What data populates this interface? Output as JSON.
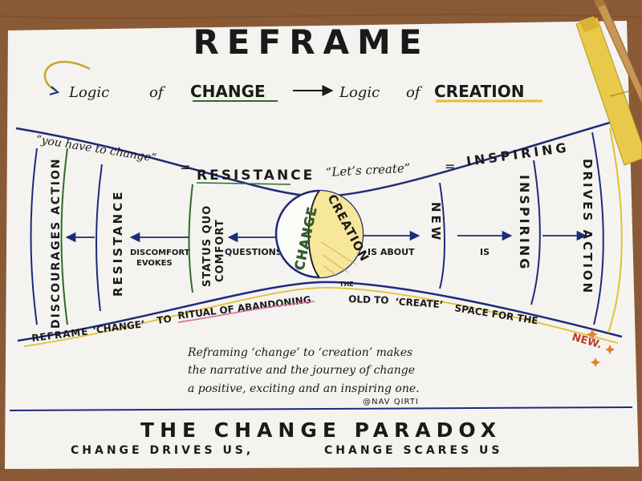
{
  "colors": {
    "wood": "#8a5a36",
    "paper": "#f4f3ef",
    "ink": "#1a1a1a",
    "navy": "#1e2a7a",
    "green": "#2f6a2a",
    "yellow": "#e3c030",
    "red": "#c0392b",
    "pink": "#d36a9a",
    "orange": "#d9852a",
    "pencil": "#e9c94a"
  },
  "title": "REFRAME",
  "logic": {
    "left_prefix": "Logic",
    "left_of": "of",
    "left_word": "CHANGE",
    "right_prefix": "Logic",
    "right_of": "of",
    "right_word": "CREATION"
  },
  "quotes": {
    "change_quote": "“you have to change”",
    "equals": "=",
    "resistance": "RESISTANCE",
    "create_quote": "“Let’s create”",
    "inspiring": "INSPIRING"
  },
  "left_columns": {
    "discourages": "DISCOURAGES ACTION",
    "resistance": "RESISTANCE",
    "status_quo_line1": "STATUS QUO",
    "status_quo_line2": "COMFORT"
  },
  "left_arrows": {
    "discomfort_line1": "DISCOMFORT",
    "discomfort_line2": "EVOKES",
    "questions": "QUESTIONS"
  },
  "circle": {
    "change": "CHANGE",
    "creation": "CREATION"
  },
  "right_arrows": {
    "is_about": "IS ABOUT",
    "is": "IS"
  },
  "right_columns": {
    "new": "NEW",
    "inspiring": "INSPIRING",
    "drives_action": "DRIVES ACTION"
  },
  "bottom_curve": {
    "reframe": "REFRAME",
    "change_q": "‘CHANGE’",
    "to": "TO",
    "ritual": "RITUAL OF ABANDONING",
    "the": "THE",
    "old_to": "OLD TO",
    "create": "‘CREATE’",
    "space": "SPACE FOR THE",
    "new": "NEW."
  },
  "note": {
    "line1": "Reframing ‘change’ to ‘creation’ makes",
    "line2": "the narrative and the journey of change",
    "line3": "a positive, exciting and an inspiring one.",
    "credit": "@NAV QIRTI"
  },
  "footer": {
    "title": "THE CHANGE PARADOX",
    "left": "CHANGE DRIVES US,",
    "right": "CHANGE SCARES US"
  }
}
